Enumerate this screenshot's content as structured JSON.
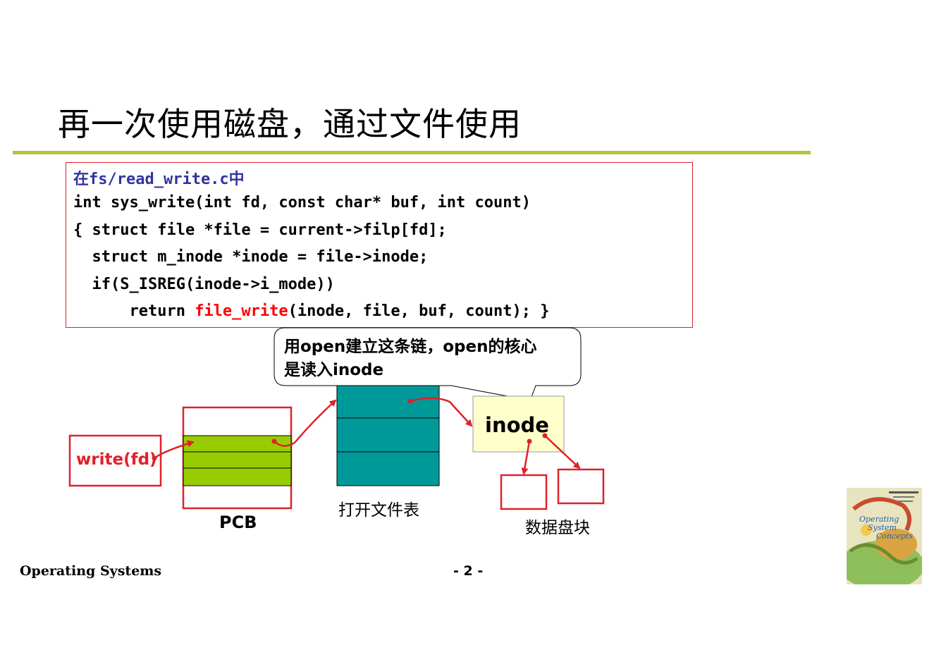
{
  "title": "再一次使用磁盘，通过文件使用",
  "code": {
    "header": "在fs/read_write.c中",
    "line1": "int sys_write(int fd, const char* buf, int count)",
    "line2": "{ struct file *file = current->filp[fd];",
    "line3": "  struct m_inode *inode = file->inode;",
    "line4": "  if(S_ISREG(inode->i_mode))",
    "line5_prefix": "      return ",
    "line5_highlight": "file_write",
    "line5_suffix": "(inode, file, buf, count); }"
  },
  "callout": {
    "line1": "用open建立这条链，open的核心",
    "line2": "是读入inode"
  },
  "diagram": {
    "write_label": "write(fd)",
    "pcb_label": "PCB",
    "open_file_table_label": "打开文件表",
    "inode_label": "inode",
    "data_blocks_label": "数据盘块"
  },
  "colors": {
    "title_rule": "#b5c13c",
    "red": "#e0202a",
    "pcb_fill": "#99cc00",
    "table_fill": "#009999",
    "inode_fill": "#ffffcc"
  },
  "book_cover": {
    "title_line1": "Operating",
    "title_line2": "System",
    "title_line3": "Concepts"
  },
  "footer": {
    "left": "Operating Systems",
    "page": "- 2 -"
  }
}
